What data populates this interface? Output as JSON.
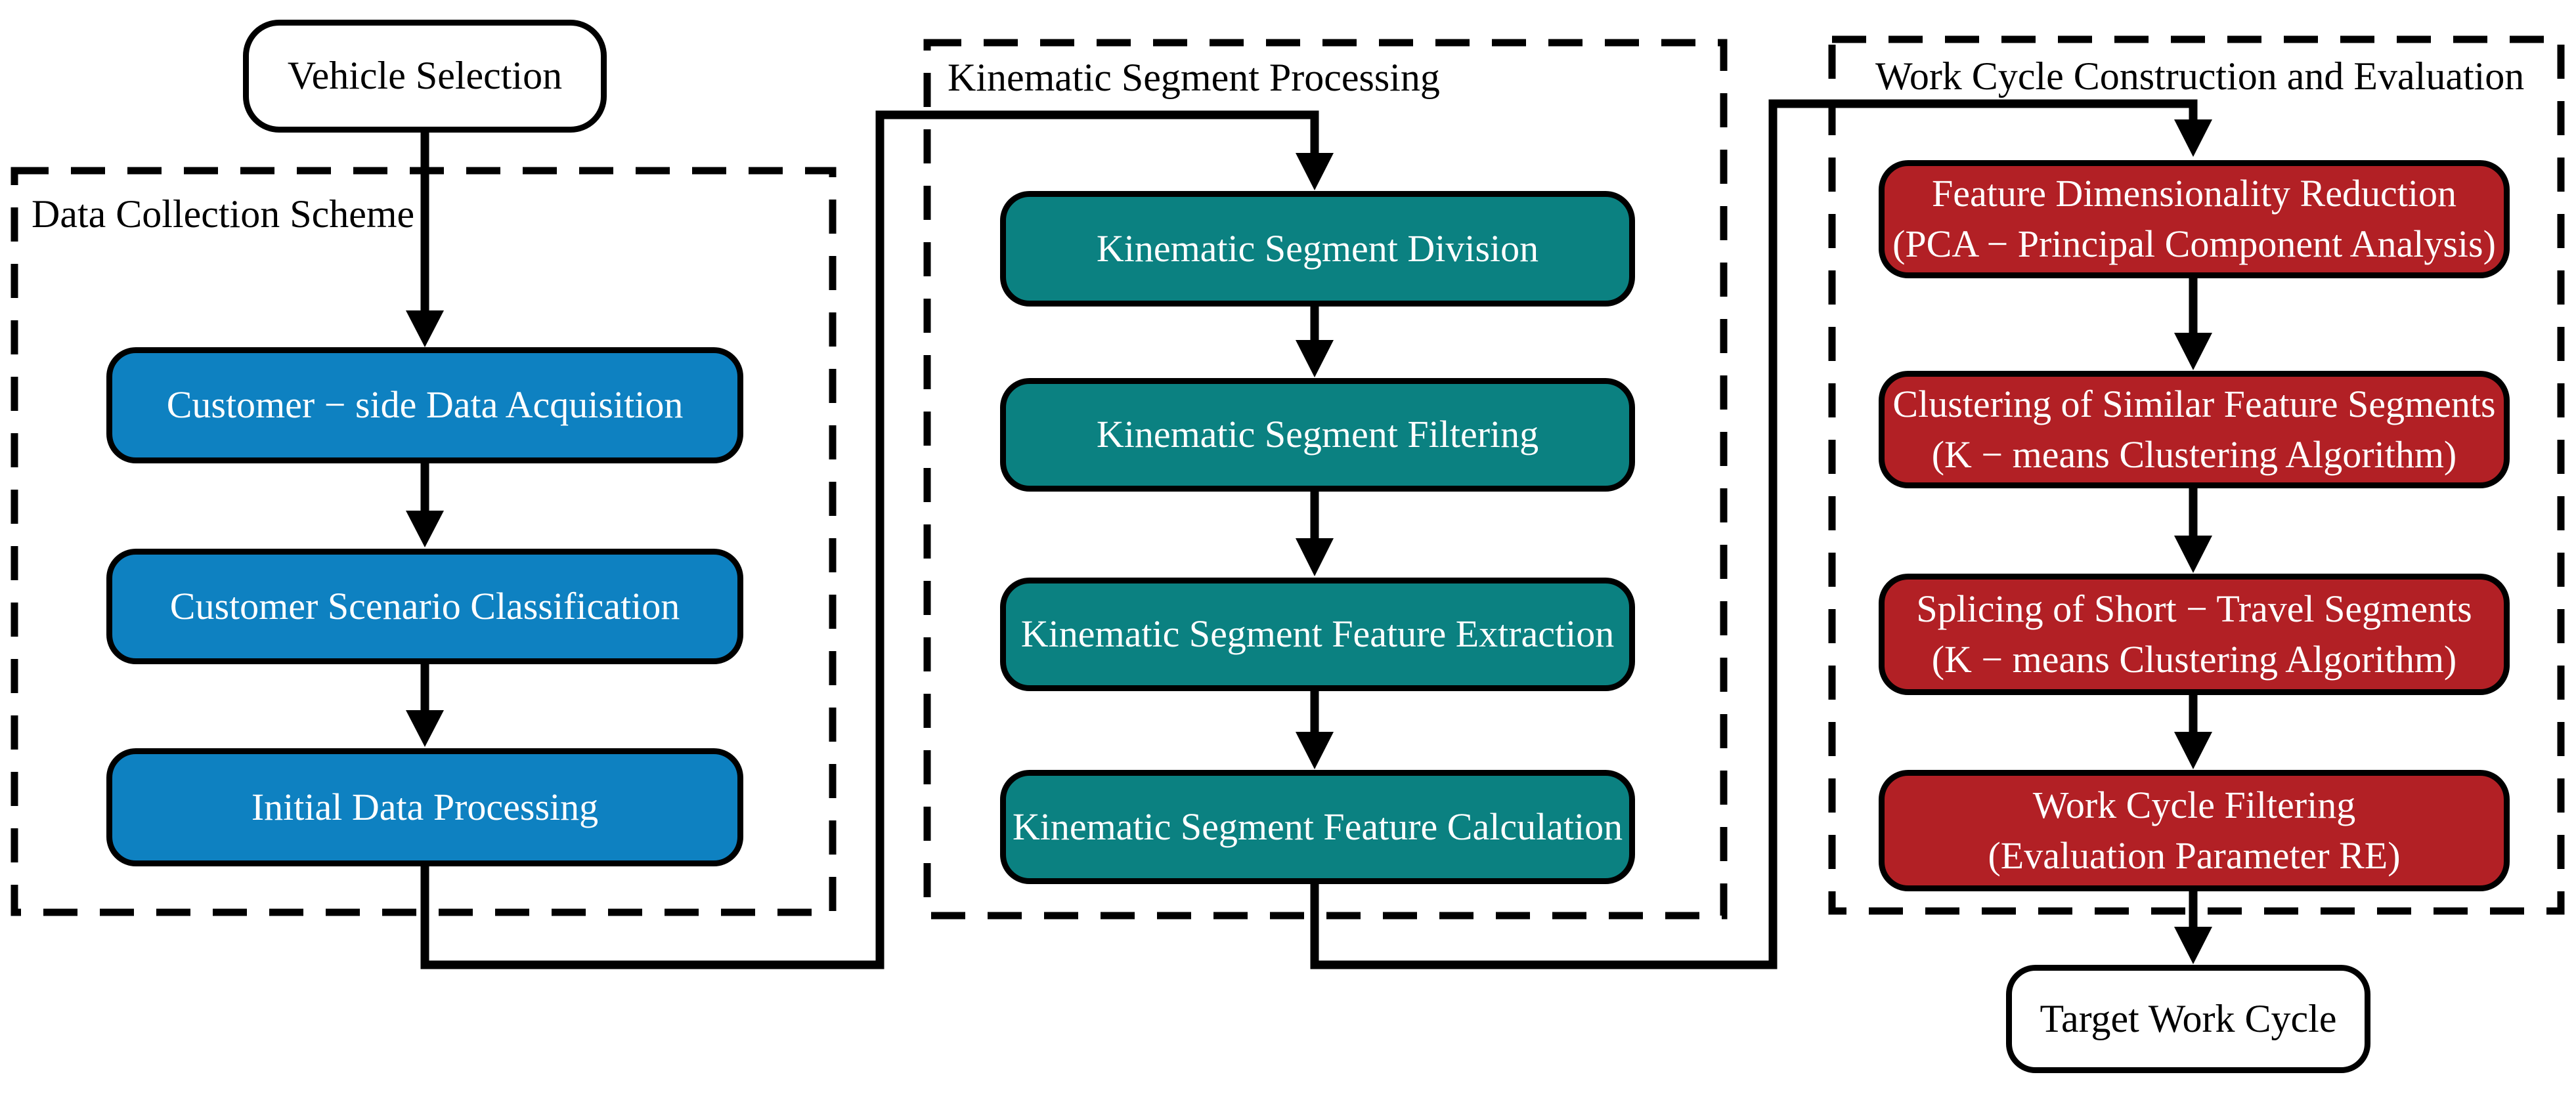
{
  "start_node": {
    "label": "Vehicle Selection"
  },
  "end_node": {
    "label": "Target Work Cycle"
  },
  "groups": [
    {
      "title": "Data Collection Scheme",
      "accent_color": "#0e81c1",
      "steps": [
        {
          "lines": [
            "Customer − side Data Acquisition"
          ]
        },
        {
          "lines": [
            "Customer Scenario Classification"
          ]
        },
        {
          "lines": [
            "Initial Data Processing"
          ]
        }
      ]
    },
    {
      "title": "Kinematic Segment Processing",
      "accent_color": "#0b8181",
      "steps": [
        {
          "lines": [
            "Kinematic Segment Division"
          ]
        },
        {
          "lines": [
            "Kinematic Segment Filtering"
          ]
        },
        {
          "lines": [
            "Kinematic Segment Feature Extraction"
          ]
        },
        {
          "lines": [
            "Kinematic Segment Feature Calculation"
          ]
        }
      ]
    },
    {
      "title": "Work Cycle Construction and Evaluation",
      "accent_color": "#b22025",
      "steps": [
        {
          "lines": [
            "Feature Dimensionality Reduction",
            "(PCA − Principal Component Analysis)"
          ]
        },
        {
          "lines": [
            "Clustering of Similar Feature Segments",
            "(K − means Clustering Algorithm)"
          ]
        },
        {
          "lines": [
            "Splicing of Short − Travel Segments",
            "(K − means Clustering Algorithm)"
          ]
        },
        {
          "lines": [
            "Work Cycle Filtering",
            "(Evaluation Parameter RE)"
          ]
        }
      ]
    }
  ],
  "colors": {
    "connector": "#000000",
    "node_border": "#000000",
    "step_text": "#ffffff",
    "terminal_text": "#000000",
    "background": "#ffffff"
  }
}
